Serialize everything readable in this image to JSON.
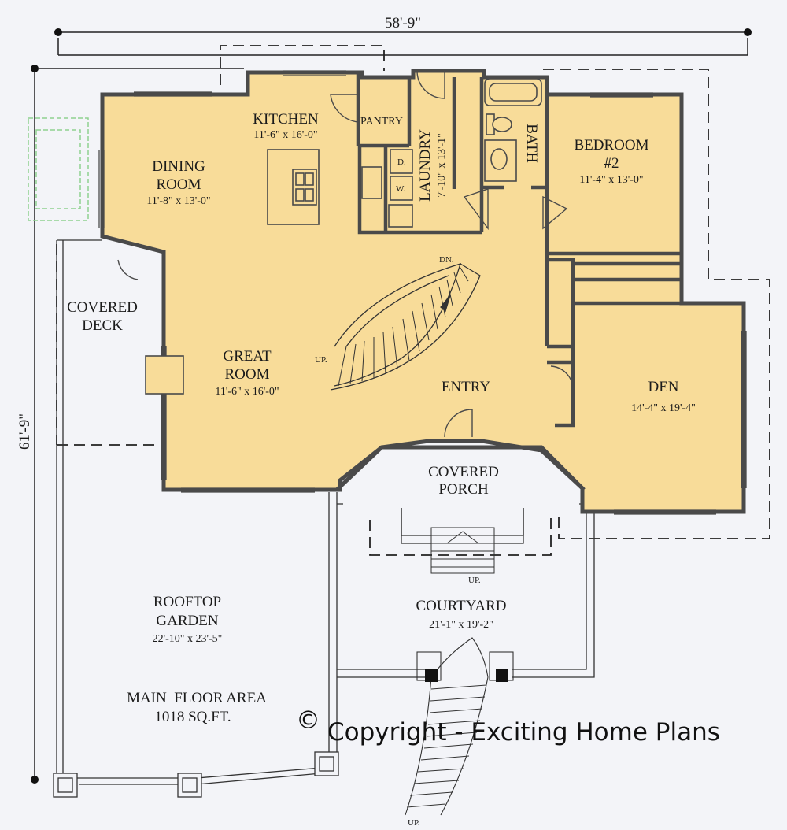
{
  "overall": {
    "width": "58'-9\"",
    "depth": "61'-9\""
  },
  "rooms": {
    "kitchen": {
      "name": "KITCHEN",
      "size": "11'-6\" x 16'-0\""
    },
    "pantry": {
      "name": "PANTRY"
    },
    "laundry": {
      "name": "LAUNDRY",
      "size": "7'-10\" x 13'-1\""
    },
    "bath": {
      "name": "BATH"
    },
    "bedroom2": {
      "line1": "BEDROOM",
      "line2": "#2",
      "size": "11'-4\" x 13'-0\""
    },
    "dining": {
      "line1": "DINING",
      "line2": "ROOM",
      "size": "11'-8\" x 13'-0\""
    },
    "covered_deck": {
      "line1": "COVERED",
      "line2": "DECK"
    },
    "great_room": {
      "line1": "GREAT",
      "line2": "ROOM",
      "size": "11'-6\" x 16'-0\""
    },
    "entry": {
      "name": "ENTRY"
    },
    "den": {
      "name": "DEN",
      "size": "14'-4\" x 19'-4\""
    },
    "covered_porch": {
      "line1": "COVERED",
      "line2": "PORCH"
    },
    "courtyard": {
      "name": "COURTYARD",
      "size": "21'-1\" x 19'-2\""
    },
    "rooftop_garden": {
      "line1": "ROOFTOP",
      "line2": "GARDEN",
      "size": "22'-10\" x 23'-5\""
    }
  },
  "stairs": {
    "down": "DN.",
    "up_main": "UP.",
    "up_porch": "UP.",
    "up_courtyard": "UP."
  },
  "appliances": {
    "dryer": "D.",
    "washer": "W."
  },
  "area": {
    "line1": "MAIN  FLOOR AREA",
    "line2": "1018 SQ.FT."
  },
  "copyright": {
    "symbol": "©",
    "text": "Copyright - Exciting Home Plans"
  },
  "colors": {
    "floor": "#f8dc99",
    "wall": "#4a4a4a",
    "background": "#f3f4f8",
    "dashed": "#222222",
    "tree": "#8fd18f"
  }
}
